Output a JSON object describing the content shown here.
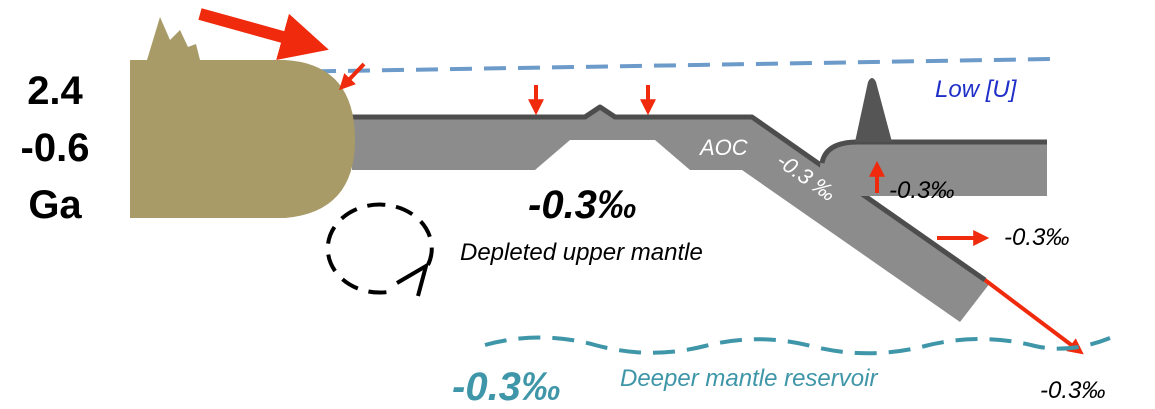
{
  "age": {
    "line1": "2.4",
    "line2": "-0.6",
    "line3": "Ga"
  },
  "labels": {
    "low_u": "Low [U]",
    "aoc": "AOC",
    "slab_value": "-0.3 ‰",
    "mantle_value": "-0.3‰",
    "upper_mantle": "Depleted upper mantle",
    "deep_value": "-0.3‰",
    "deep_reservoir": "Deeper mantle reservoir",
    "flux_up": "-0.3‰",
    "flux_side": "-0.3‰",
    "flux_deep": "-0.3‰"
  },
  "colors": {
    "continent": "#a89b68",
    "plate": "#8c8c8c",
    "plate_top": "#4d4d4d",
    "arrow": "#f02a0c",
    "surface_line": "#6c9ac9",
    "deep_line": "#3e96a8",
    "low_u_text": "#1f2fc8",
    "deep_text": "#3e96a8"
  }
}
